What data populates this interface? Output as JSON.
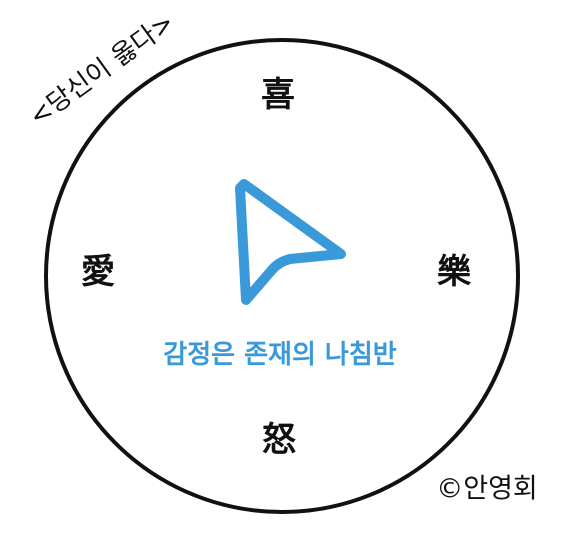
{
  "arc_title": "<당신이 옳다>",
  "compass": {
    "caption": "감정은 존재의 나침반",
    "caption_color": "#3a9ad9",
    "pointer_color": "#3a9ad9",
    "circle_color": "#111111",
    "pointer_icon": "cursor-arrow-icon"
  },
  "directions": {
    "top": "喜",
    "bottom": "怒",
    "left": "愛",
    "right": "樂"
  },
  "credit": "©안영회"
}
